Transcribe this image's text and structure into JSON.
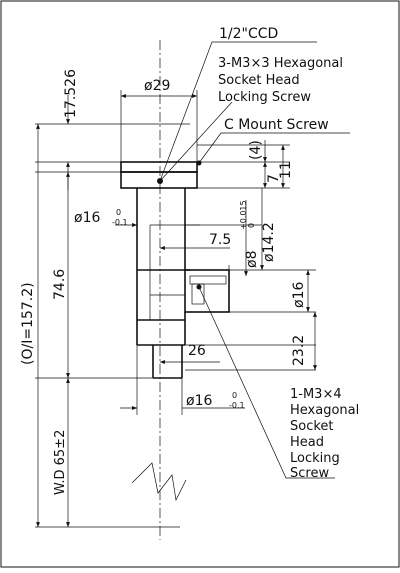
{
  "labels": {
    "ccd": "1/2\"CCD",
    "hex_screw_3": [
      "3-M3×3 Hexagonal",
      "Socket Head",
      "Locking Screw"
    ],
    "c_mount": "C Mount Screw",
    "hex_screw_1": [
      "1-M3×4",
      "Hexagonal",
      "Socket",
      "Head",
      "Locking",
      "Screw"
    ]
  },
  "dimensions": {
    "top_offset": "17.526",
    "overall_length": "(O/I=157.2)",
    "body_length": "74.6",
    "working_distance": "W.D 65±2",
    "dia_top": "ø29",
    "dia_body_upper": "ø16",
    "tol_upper_upper": "0",
    "tol_upper_lower": "-0.1",
    "dia_body_lower": "ø16",
    "tol_lower_upper": "0",
    "tol_lower_lower": "-0.1",
    "dim_7_5": "7.5",
    "dia_8": "ø8",
    "tol_8_upper": "+0.015",
    "tol_8_lower": "0",
    "dia_14_2": "ø14.2",
    "dia_16_side": "ø16",
    "dim_23_2": "23.2",
    "dim_26": "26",
    "dim_4": "(4)",
    "dim_7": "7",
    "dim_11": "11"
  }
}
